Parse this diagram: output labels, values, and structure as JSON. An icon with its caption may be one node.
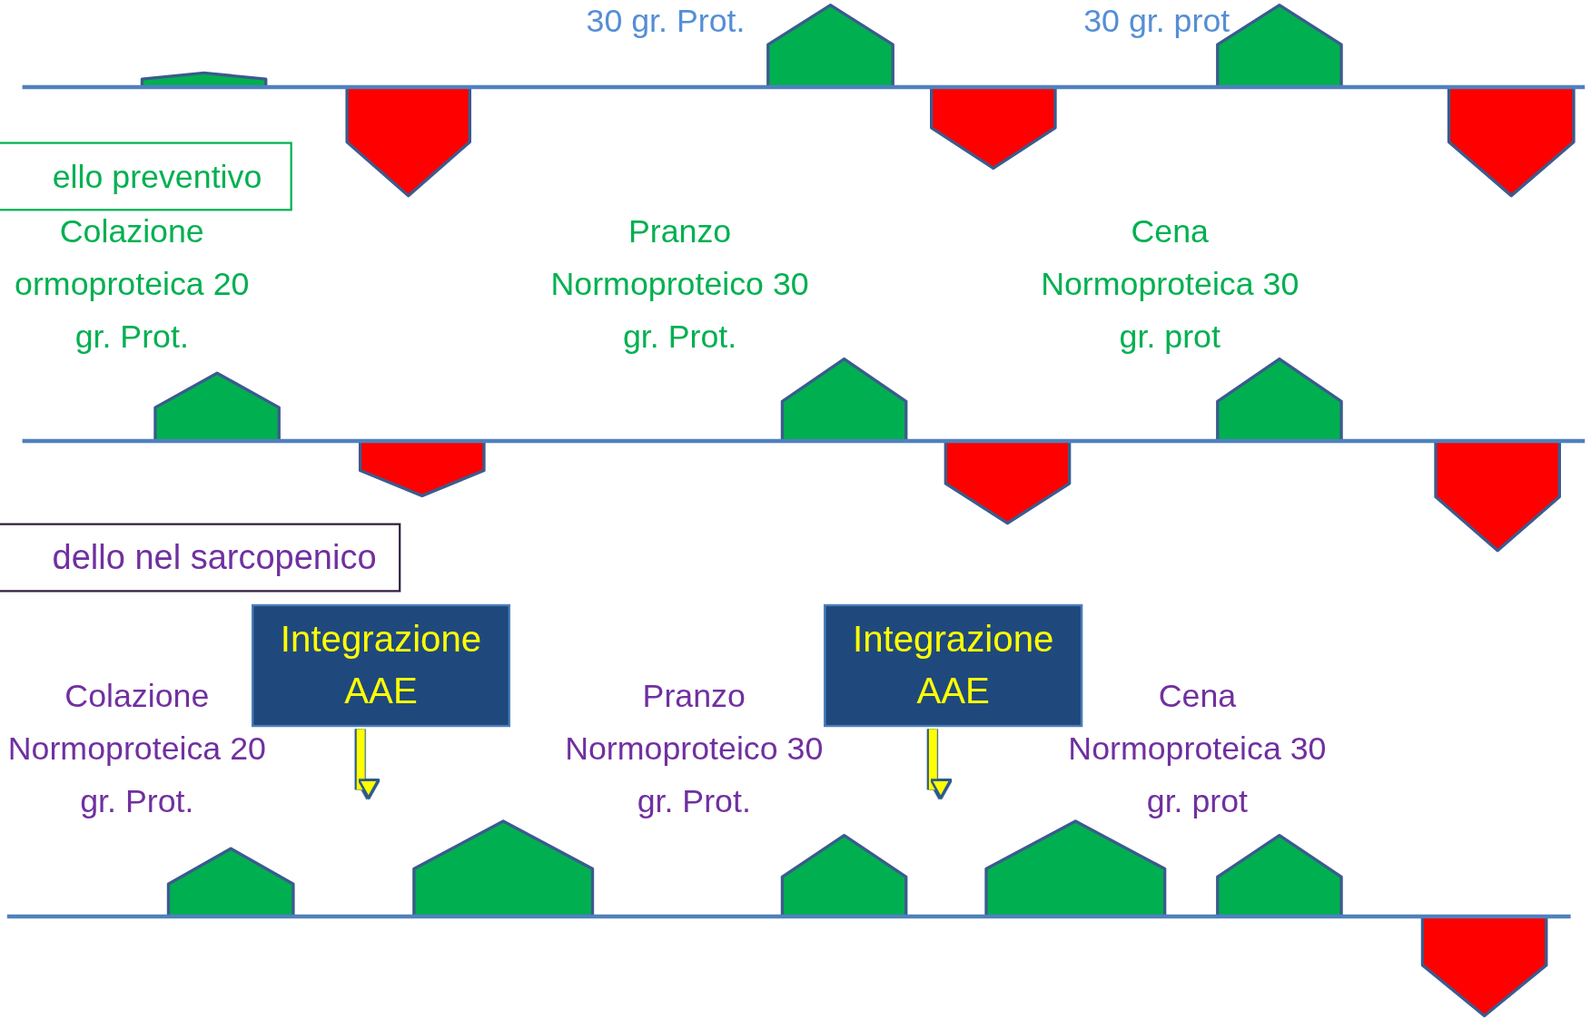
{
  "diagram": {
    "nodes": [
      {
        "text": [
          "ello preventivo"
        ]
      },
      {
        "text": [
          "dello nel sarcopenico"
        ]
      },
      {
        "text": [
          "Integrazione AAE"
        ]
      },
      {
        "text": [
          "Integrazione AAE"
        ]
      }
    ],
    "edges": [
      {
        "from": 2,
        "to": null,
        "arrow": "to"
      },
      {
        "from": 3,
        "to": null,
        "arrow": "to"
      }
    ],
    "labels": [
      "30 gr. Prot.",
      "30 gr. prot",
      "Colazione ormoproteica 20 gr. Prot.",
      "Pranzo Normoproteico 30 gr. Prot.",
      "Cena Normoproteica 30 gr. prot",
      "Colazione Normoproteica 20 gr. Prot.",
      "Pranzo Normoproteico 30 gr. Prot.",
      "Cena Normoproteica 30 gr. prot"
    ]
  }
}
